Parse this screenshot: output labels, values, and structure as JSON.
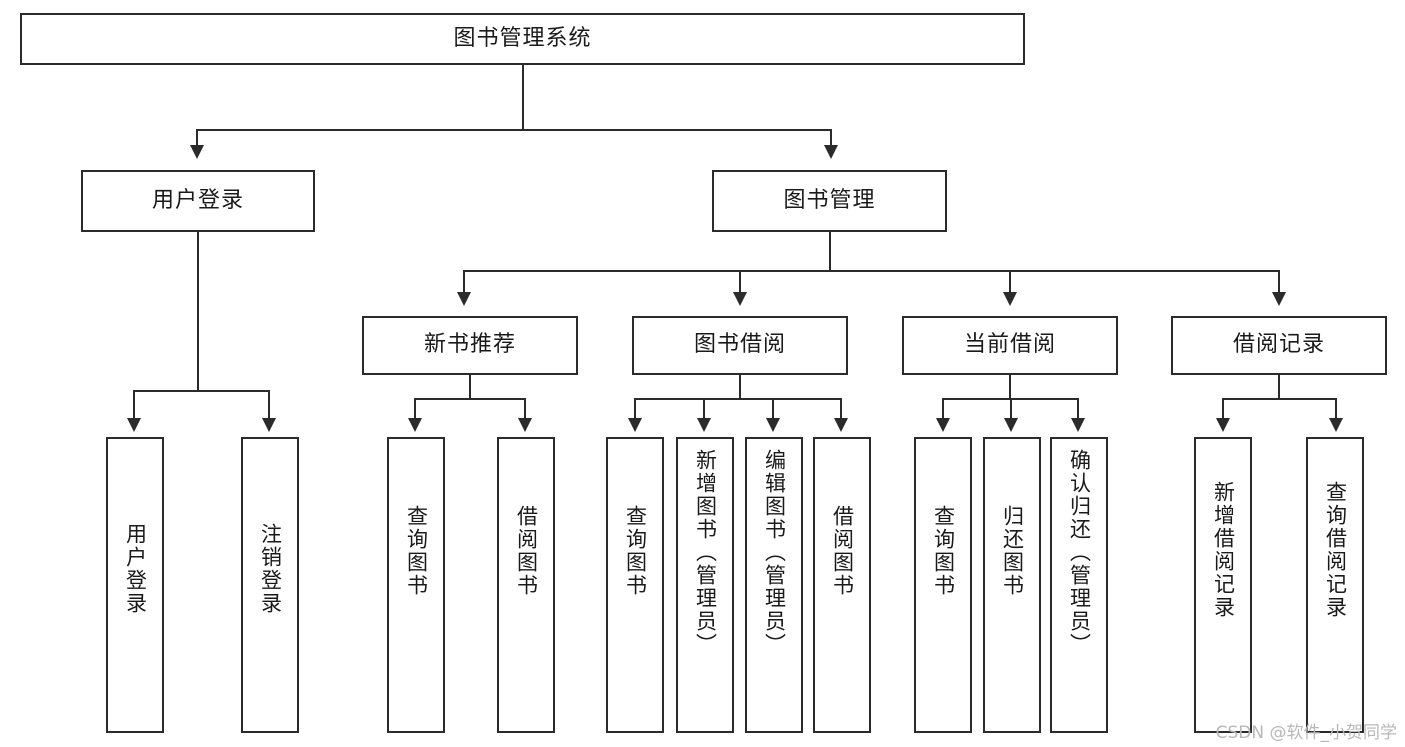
{
  "diagram": {
    "type": "tree-hierarchy-chart",
    "title": "图书管理系统",
    "watermark": "CSDN @软件_小贺同学",
    "colors": {
      "stroke": "#2b2b2b",
      "fill": "#ffffff",
      "text": "#1a1a1a",
      "watermark": "#b8b8b8"
    },
    "levels": {
      "root": {
        "label": "图书管理系统"
      },
      "level2": [
        {
          "label": "用户登录"
        },
        {
          "label": "图书管理"
        }
      ],
      "level3": [
        {
          "label": "新书推荐"
        },
        {
          "label": "图书借阅"
        },
        {
          "label": "当前借阅"
        },
        {
          "label": "借阅记录"
        }
      ],
      "leaves": {
        "user_login": [
          {
            "label": "用户登录"
          },
          {
            "label": "注销登录"
          }
        ],
        "new_book_recommend": [
          {
            "label": "查询图书"
          },
          {
            "label": "借阅图书"
          }
        ],
        "book_borrow": [
          {
            "label": "查询图书"
          },
          {
            "label": "新增图书（管理员）"
          },
          {
            "label": "编辑图书（管理员）"
          },
          {
            "label": "借阅图书"
          }
        ],
        "current_borrow": [
          {
            "label": "查询图书"
          },
          {
            "label": "归还图书"
          },
          {
            "label": "确认归还（管理员）"
          }
        ],
        "borrow_record": [
          {
            "label": "新增借阅记录"
          },
          {
            "label": "查询借阅记录"
          }
        ]
      }
    }
  }
}
